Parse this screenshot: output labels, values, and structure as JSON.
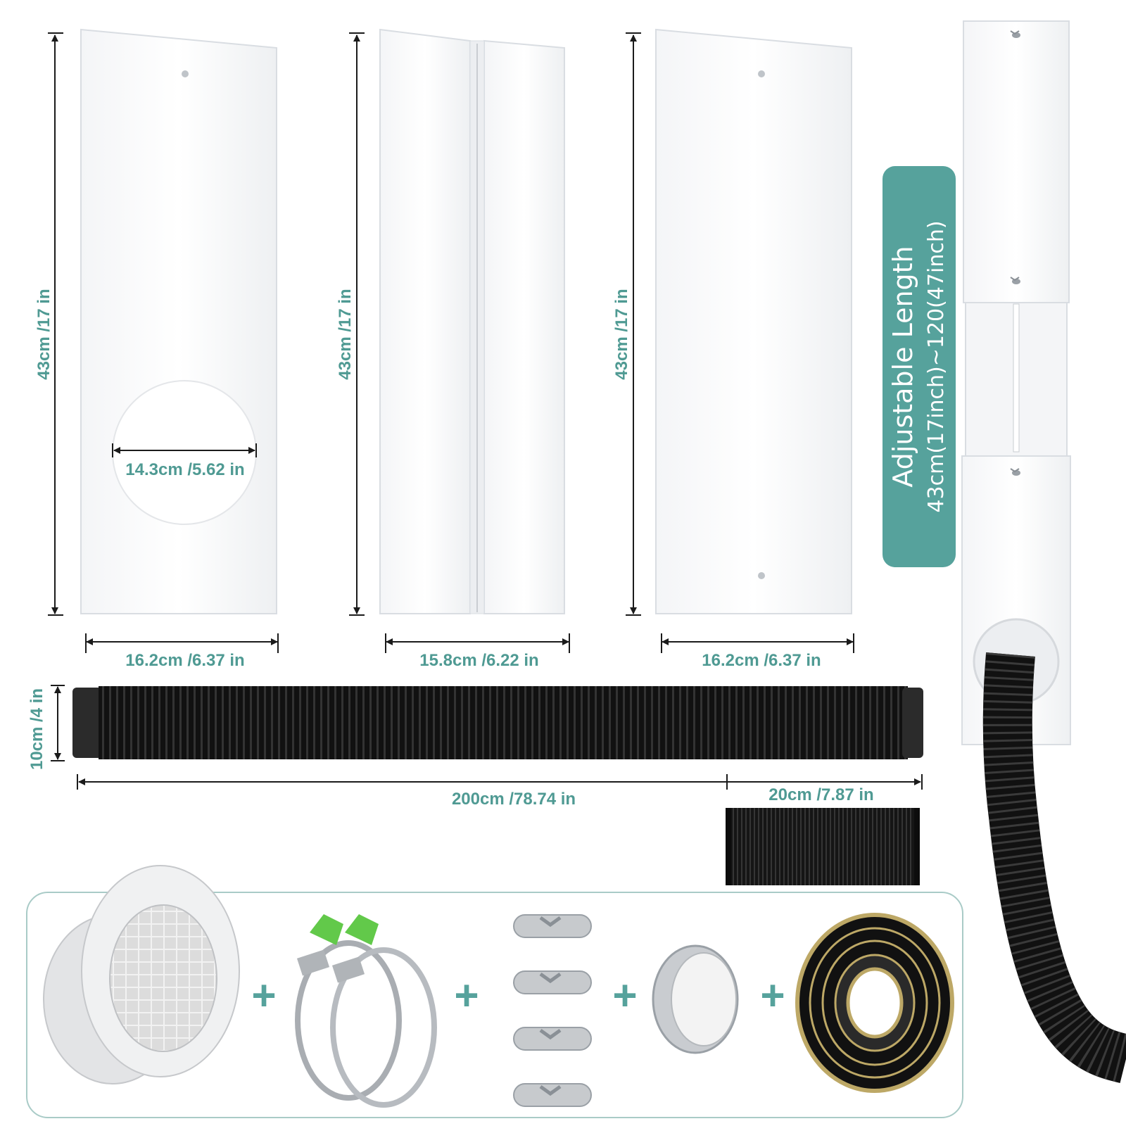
{
  "colors": {
    "accent": "#56a29c",
    "panel": "#ffffff",
    "panel_edge": "#d9dde2",
    "hose": "#1a1a1a",
    "arrow": "#1b1b1b"
  },
  "panels": [
    {
      "height_label": "43cm /17 in",
      "width_label": "16.2cm /6.37 in",
      "hole_label": "14.3cm /5.62 in"
    },
    {
      "height_label": "43cm /17 in",
      "width_label": "15.8cm /6.22 in"
    },
    {
      "height_label": "43cm /17 in",
      "width_label": "16.2cm /6.37 in"
    }
  ],
  "badge": {
    "title": "Adjustable Length",
    "range": "43cm(17inch)~120(47inch)"
  },
  "hose": {
    "diameter_label": "10cm /4 in",
    "length_label": "200cm /78.74 in",
    "extension_label": "20cm /7.87 in"
  },
  "accessories": {
    "separator": "+",
    "items": [
      "window-adapter-icon",
      "hose-clamps-icon",
      "wing-screws-icon",
      "aluminum-tape-icon",
      "foam-seal-tape-icon"
    ]
  }
}
